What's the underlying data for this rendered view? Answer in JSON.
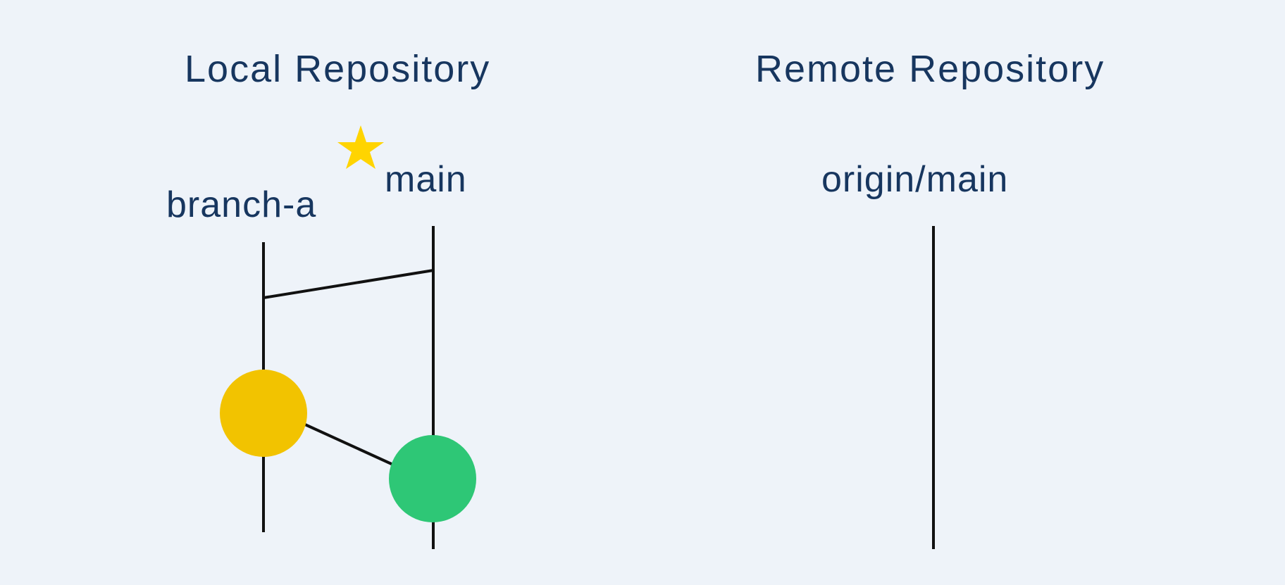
{
  "headings": {
    "local": "Local Repository",
    "remote": "Remote Repository"
  },
  "branches": {
    "branch_a": "branch-a",
    "main": "main",
    "origin_main": "origin/main"
  },
  "markers": {
    "current_branch_icon": "star-icon"
  },
  "colors": {
    "background": "#eef3f9",
    "text": "#17365f",
    "line": "#111111",
    "branch_a_commit": "#f2c300",
    "main_commit": "#2ec776",
    "star": "#ffd400"
  }
}
